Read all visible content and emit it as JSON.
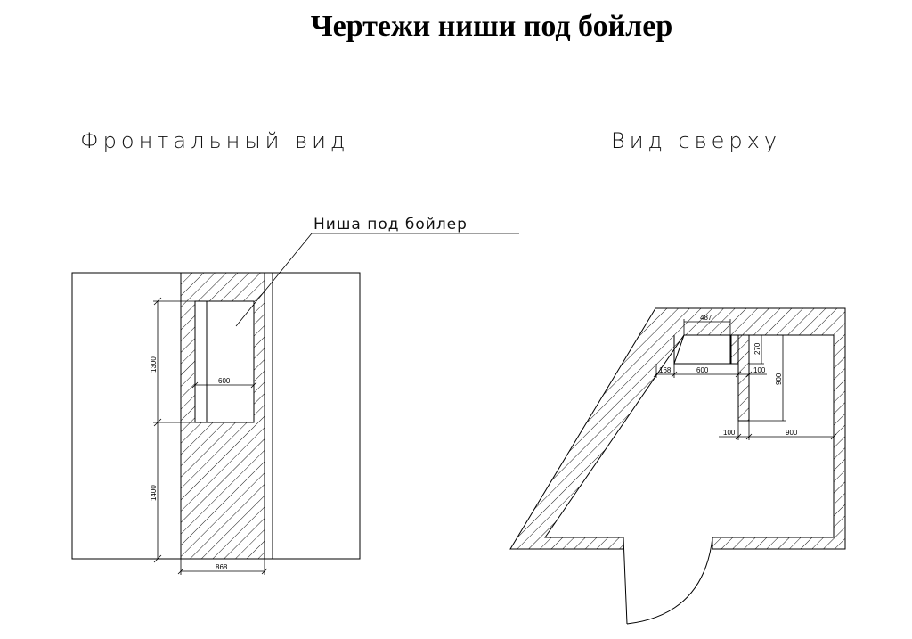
{
  "title": "Чертежи ниши под бойлер",
  "views": {
    "front": {
      "label": "Фронтальный вид"
    },
    "top": {
      "label": "Вид сверху"
    }
  },
  "callout": {
    "label": "Ниша под бойлер"
  },
  "dimensions": {
    "front": {
      "niche_height": "1300",
      "niche_width": "600",
      "floor_height": "1400",
      "wall_width": "868"
    },
    "top": {
      "d487": "487",
      "d270": "270",
      "d168": "168",
      "d600": "600",
      "d100a": "100",
      "d900v": "900",
      "d100b": "100",
      "d900h": "900"
    }
  }
}
